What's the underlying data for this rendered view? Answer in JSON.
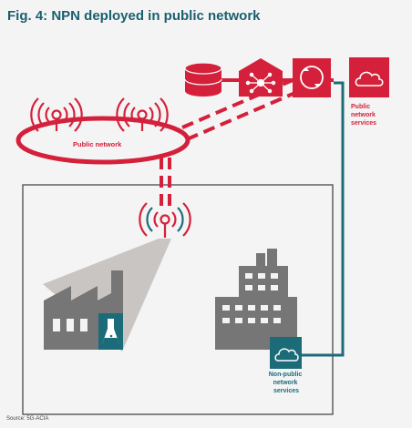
{
  "figure": {
    "title": "Fig. 4: NPN deployed in public network",
    "source": "Source: 5G-ACIA"
  },
  "labels": {
    "public_network": "Public network",
    "public_services": [
      "Public",
      "network",
      "services"
    ],
    "non_public_services": [
      "Non-public",
      "network",
      "services"
    ]
  },
  "colors": {
    "title_teal": "#1a5f6e",
    "accent_red": "#d4203a",
    "link_teal": "#1c6b79",
    "building_gray": "#767676",
    "cone_gray": "#c9c5c2",
    "background": "#f4f4f4"
  },
  "icons": [
    "database-icon",
    "network-core-icon",
    "router-icon",
    "cloud-icon",
    "antenna-icon",
    "factory-icon",
    "flask-icon",
    "office-building-icon"
  ]
}
